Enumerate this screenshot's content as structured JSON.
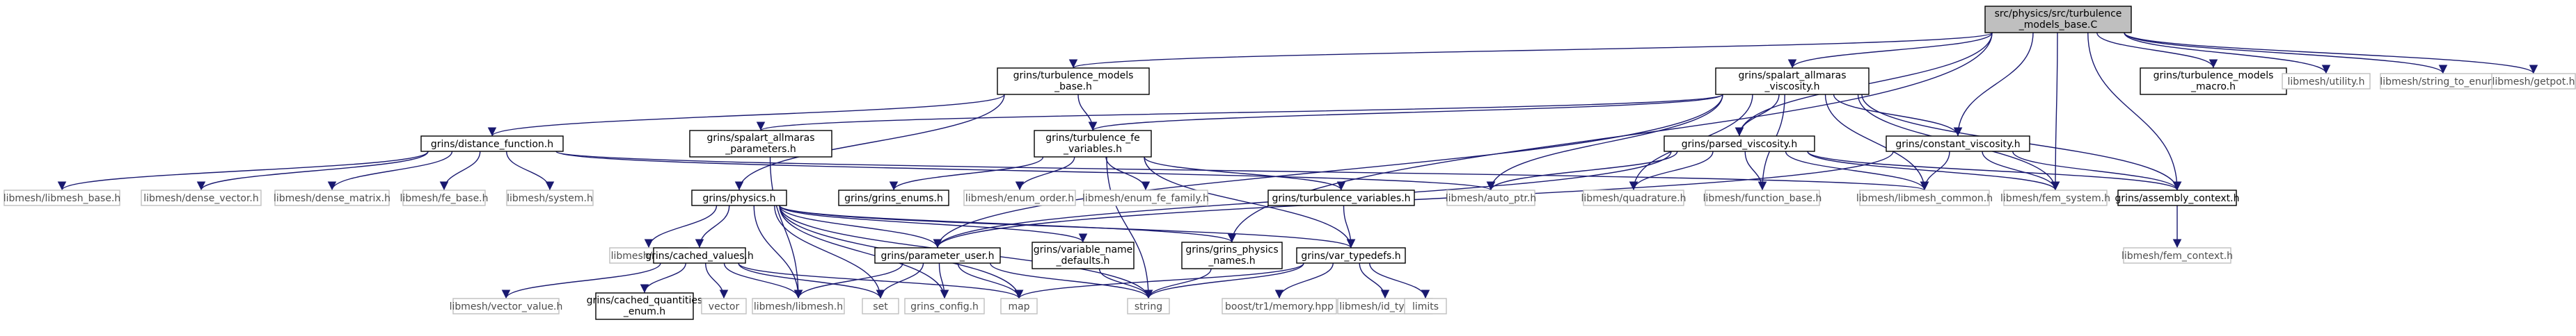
{
  "colors": {
    "edge": "#191970",
    "border_dark": "#000000",
    "border_light": "#bfbfbf",
    "root_fill": "#bfbfbf",
    "text_dark": "#000000",
    "text_light": "#4d4d4d"
  },
  "nodes": {
    "root": {
      "lines": [
        "src/physics/src/turbulence",
        "_models_base.C"
      ],
      "style": "root"
    },
    "tmb": {
      "lines": [
        "grins/turbulence_models",
        "_base.h"
      ],
      "style": "dark"
    },
    "sav": {
      "lines": [
        "grins/spalart_allmaras",
        "_viscosity.h"
      ],
      "style": "dark"
    },
    "tmm": {
      "lines": [
        "grins/turbulence_models",
        "_macro.h"
      ],
      "style": "dark"
    },
    "util": {
      "lines": [
        "libmesh/utility.h"
      ],
      "style": "light"
    },
    "s2e": {
      "lines": [
        "libmesh/string_to_enum.h"
      ],
      "style": "light"
    },
    "getpot": {
      "lines": [
        "libmesh/getpot.h"
      ],
      "style": "light"
    },
    "df": {
      "lines": [
        "grins/distance_function.h"
      ],
      "style": "dark"
    },
    "sap": {
      "lines": [
        "grins/spalart_allmaras",
        "_parameters.h"
      ],
      "style": "dark"
    },
    "tfv": {
      "lines": [
        "grins/turbulence_fe",
        "_variables.h"
      ],
      "style": "dark"
    },
    "pv": {
      "lines": [
        "grins/parsed_viscosity.h"
      ],
      "style": "dark"
    },
    "cv": {
      "lines": [
        "grins/constant_viscosity.h"
      ],
      "style": "dark"
    },
    "lmb": {
      "lines": [
        "libmesh/libmesh_base.h"
      ],
      "style": "light"
    },
    "dv": {
      "lines": [
        "libmesh/dense_vector.h"
      ],
      "style": "light"
    },
    "dm": {
      "lines": [
        "libmesh/dense_matrix.h"
      ],
      "style": "light"
    },
    "feb": {
      "lines": [
        "libmesh/fe_base.h"
      ],
      "style": "light"
    },
    "sys": {
      "lines": [
        "libmesh/system.h"
      ],
      "style": "light"
    },
    "phys": {
      "lines": [
        "grins/physics.h"
      ],
      "style": "dark"
    },
    "ge": {
      "lines": [
        "grins/grins_enums.h"
      ],
      "style": "dark"
    },
    "eo": {
      "lines": [
        "libmesh/enum_order.h"
      ],
      "style": "light"
    },
    "eff": {
      "lines": [
        "libmesh/enum_fe_family.h"
      ],
      "style": "light"
    },
    "tv": {
      "lines": [
        "grins/turbulence_variables.h"
      ],
      "style": "dark"
    },
    "ap": {
      "lines": [
        "libmesh/auto_ptr.h"
      ],
      "style": "light"
    },
    "quad": {
      "lines": [
        "libmesh/quadrature.h"
      ],
      "style": "light"
    },
    "fb": {
      "lines": [
        "libmesh/function_base.h"
      ],
      "style": "light"
    },
    "lmc": {
      "lines": [
        "libmesh/libmesh_common.h"
      ],
      "style": "light"
    },
    "fes": {
      "lines": [
        "libmesh/fem_system.h"
      ],
      "style": "light"
    },
    "ac": {
      "lines": [
        "grins/assembly_context.h"
      ],
      "style": "dark"
    },
    "pt": {
      "lines": [
        "libmesh/point.h"
      ],
      "style": "light"
    },
    "cval": {
      "lines": [
        "grins/cached_values.h"
      ],
      "style": "dark"
    },
    "pu": {
      "lines": [
        "grins/parameter_user.h"
      ],
      "style": "dark"
    },
    "vnd": {
      "lines": [
        "grins/variable_name",
        "_defaults.h"
      ],
      "style": "dark"
    },
    "gpn": {
      "lines": [
        "grins/grins_physics",
        "_names.h"
      ],
      "style": "dark"
    },
    "vt": {
      "lines": [
        "grins/var_typedefs.h"
      ],
      "style": "dark"
    },
    "fec": {
      "lines": [
        "libmesh/fem_context.h"
      ],
      "style": "light"
    },
    "vv": {
      "lines": [
        "libmesh/vector_value.h"
      ],
      "style": "light"
    },
    "cqe": {
      "lines": [
        "grins/cached_quantities",
        "_enum.h"
      ],
      "style": "dark"
    },
    "vec": {
      "lines": [
        "vector"
      ],
      "style": "light"
    },
    "lm": {
      "lines": [
        "libmesh/libmesh.h"
      ],
      "style": "light"
    },
    "set": {
      "lines": [
        "set"
      ],
      "style": "light"
    },
    "gc": {
      "lines": [
        "grins_config.h"
      ],
      "style": "light"
    },
    "map": {
      "lines": [
        "map"
      ],
      "style": "light"
    },
    "str": {
      "lines": [
        "string"
      ],
      "style": "light"
    },
    "btm": {
      "lines": [
        "boost/tr1/memory.hpp"
      ],
      "style": "light"
    },
    "idt": {
      "lines": [
        "libmesh/id_types.h"
      ],
      "style": "light"
    },
    "lim": {
      "lines": [
        "limits"
      ],
      "style": "light"
    }
  },
  "edges": [
    [
      "root",
      "tmb"
    ],
    [
      "root",
      "sav"
    ],
    [
      "root",
      "tmm"
    ],
    [
      "root",
      "util"
    ],
    [
      "root",
      "s2e"
    ],
    [
      "root",
      "getpot"
    ],
    [
      "root",
      "pv"
    ],
    [
      "root",
      "cv"
    ],
    [
      "root",
      "fes"
    ],
    [
      "root",
      "ac"
    ],
    [
      "root",
      "gpn"
    ],
    [
      "tmb",
      "df"
    ],
    [
      "tmb",
      "tfv"
    ],
    [
      "tmb",
      "phys"
    ],
    [
      "sav",
      "sap"
    ],
    [
      "sav",
      "tfv"
    ],
    [
      "sav",
      "pv"
    ],
    [
      "sav",
      "cv"
    ],
    [
      "sav",
      "ap"
    ],
    [
      "sav",
      "quad"
    ],
    [
      "sav",
      "fb"
    ],
    [
      "sav",
      "lmc"
    ],
    [
      "sav",
      "fes"
    ],
    [
      "sav",
      "ac"
    ],
    [
      "sav",
      "pu"
    ],
    [
      "df",
      "lmb"
    ],
    [
      "df",
      "dv"
    ],
    [
      "df",
      "dm"
    ],
    [
      "df",
      "feb"
    ],
    [
      "df",
      "sys"
    ],
    [
      "df",
      "ap"
    ],
    [
      "df",
      "lmc"
    ],
    [
      "sap",
      "lm"
    ],
    [
      "tfv",
      "ge"
    ],
    [
      "tfv",
      "eo"
    ],
    [
      "tfv",
      "eff"
    ],
    [
      "tfv",
      "tv"
    ],
    [
      "tfv",
      "vt"
    ],
    [
      "tfv",
      "str"
    ],
    [
      "pv",
      "ap"
    ],
    [
      "pv",
      "quad"
    ],
    [
      "pv",
      "fb"
    ],
    [
      "pv",
      "lmc"
    ],
    [
      "pv",
      "fes"
    ],
    [
      "pv",
      "ac"
    ],
    [
      "pv",
      "pu"
    ],
    [
      "cv",
      "lmc"
    ],
    [
      "cv",
      "fes"
    ],
    [
      "cv",
      "ac"
    ],
    [
      "cv",
      "pu"
    ],
    [
      "phys",
      "pt"
    ],
    [
      "phys",
      "cval"
    ],
    [
      "phys",
      "pu"
    ],
    [
      "phys",
      "vnd"
    ],
    [
      "phys",
      "gpn"
    ],
    [
      "phys",
      "vt"
    ],
    [
      "phys",
      "lm"
    ],
    [
      "phys",
      "set"
    ],
    [
      "phys",
      "gc"
    ],
    [
      "phys",
      "map"
    ],
    [
      "phys",
      "str"
    ],
    [
      "tv",
      "vt"
    ],
    [
      "ac",
      "fec"
    ],
    [
      "cval",
      "vv"
    ],
    [
      "cval",
      "cqe"
    ],
    [
      "cval",
      "vec"
    ],
    [
      "cval",
      "lm"
    ],
    [
      "cval",
      "set"
    ],
    [
      "cval",
      "map"
    ],
    [
      "pu",
      "lm"
    ],
    [
      "pu",
      "set"
    ],
    [
      "pu",
      "gc"
    ],
    [
      "pu",
      "map"
    ],
    [
      "pu",
      "str"
    ],
    [
      "vnd",
      "str"
    ],
    [
      "gpn",
      "str"
    ],
    [
      "vt",
      "map"
    ],
    [
      "vt",
      "str"
    ],
    [
      "vt",
      "btm"
    ],
    [
      "vt",
      "idt"
    ],
    [
      "vt",
      "lim"
    ]
  ]
}
